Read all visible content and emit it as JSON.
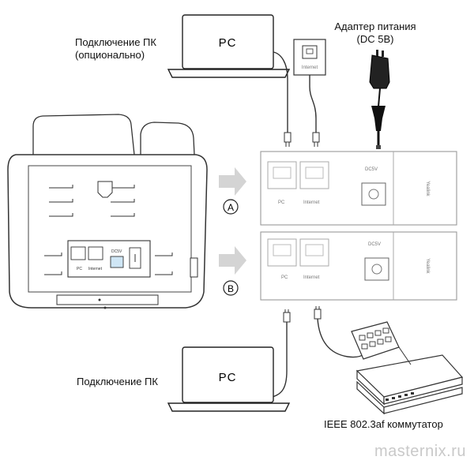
{
  "labels": {
    "pc_optional_line1": "Подключение ПК",
    "pc_optional_line2": "(опционально)",
    "power_adapter_line1": "Адаптер питания",
    "power_adapter_line2": "(DC 5В)",
    "pc_connect_bottom": "Подключение ПК",
    "switch_label": "IEEE 802.3af коммутатор"
  },
  "devices": {
    "pc_top": "PC",
    "pc_bottom": "PC",
    "wall_socket_label": "Internet"
  },
  "panel": {
    "port_pc": "PC",
    "port_internet": "Internet",
    "dc": "DC5V",
    "brand": "Yealink",
    "phone_dc": "DC5V"
  },
  "options": {
    "a": "A",
    "b": "B"
  },
  "watermark": "masternix.ru"
}
